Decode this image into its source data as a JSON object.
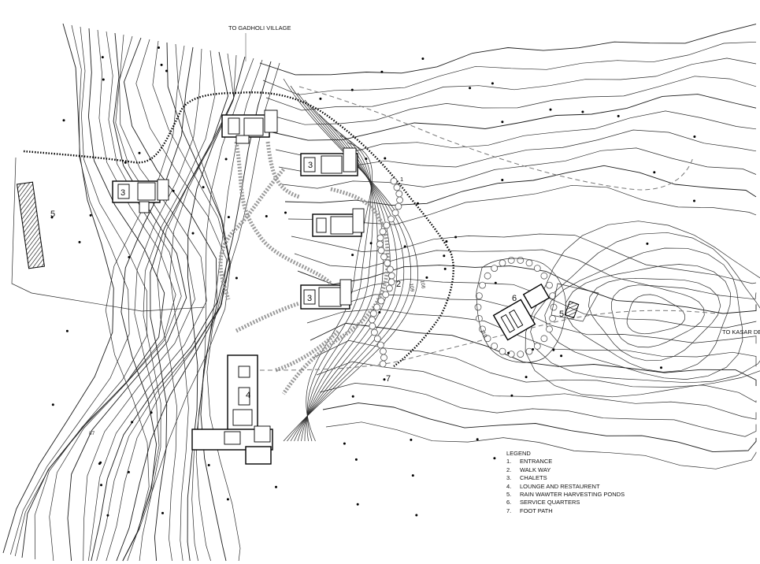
{
  "labels": {
    "to_gadholi": "TO GADHOLI VILLAGE",
    "to_kasar_devi": "TO KASAR DEVI",
    "contour_87": "87",
    "contour_106": "106",
    "contour_109": "109",
    "contour_110": "110"
  },
  "markers": {
    "chalet_a": "3",
    "chalet_b": "3",
    "chalet_c": "3",
    "lounge": "4",
    "pond_west": "5",
    "pond_east": "5",
    "service": "6",
    "walkway": "2",
    "footpath": "7",
    "entrance": "1"
  },
  "legend": {
    "title": "LEGEND",
    "items": [
      {
        "num": "1.",
        "text": "ENTRANCE"
      },
      {
        "num": "2.",
        "text": "WALK WAY"
      },
      {
        "num": "3.",
        "text": "CHALETS"
      },
      {
        "num": "4.",
        "text": "LOUNGE AND RESTAURENT"
      },
      {
        "num": "5.",
        "text": "RAIN WAWTER HARVESTING PONDS"
      },
      {
        "num": "6.",
        "text": "SERVICE QUARTERS"
      },
      {
        "num": "7.",
        "text": "FOOT PATH"
      }
    ]
  }
}
